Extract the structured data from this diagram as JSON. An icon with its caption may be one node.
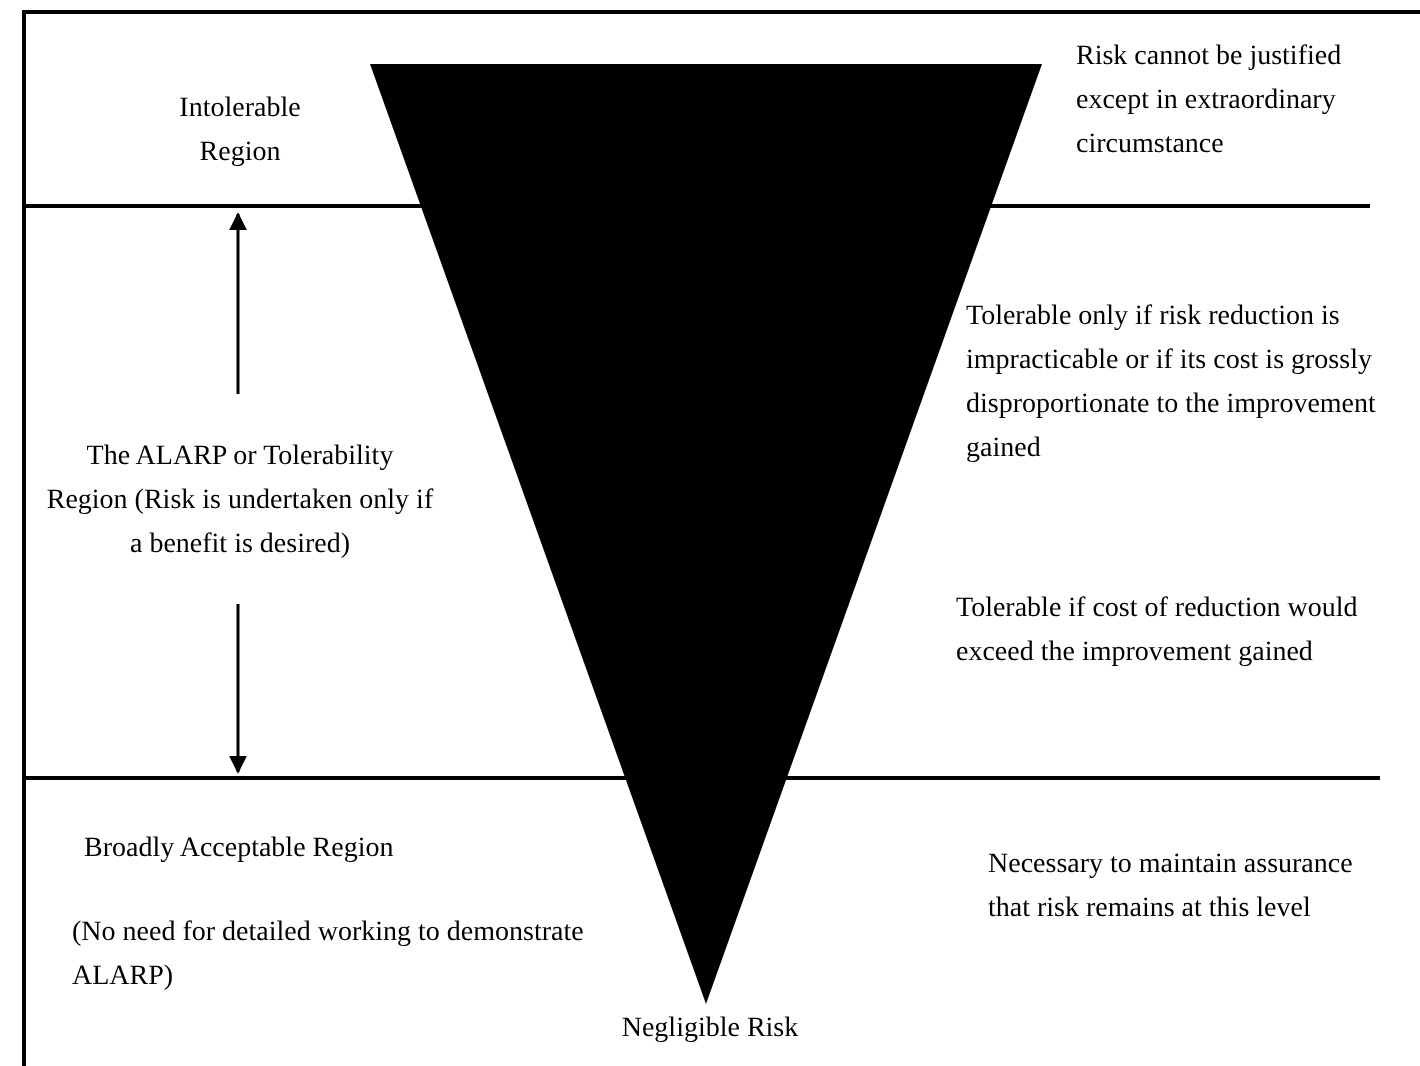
{
  "diagram": {
    "labels": [
      "Intolerable Region",
      "Risk cannot be justified except in extraordinary circumstance",
      "The ALARP or Tolerability Region (Risk is undertaken only if a benefit is desired)",
      "Tolerable only if risk reduction is impracticable or if its cost is grossly disproportionate to the improvement gained",
      "Tolerable if cost of reduction would exceed the improvement gained",
      "Broadly Acceptable Region",
      "(No need for detailed working to demonstrate ALARP)",
      "Necessary to maintain assurance that risk remains at this level",
      "Negligible Risk"
    ]
  }
}
